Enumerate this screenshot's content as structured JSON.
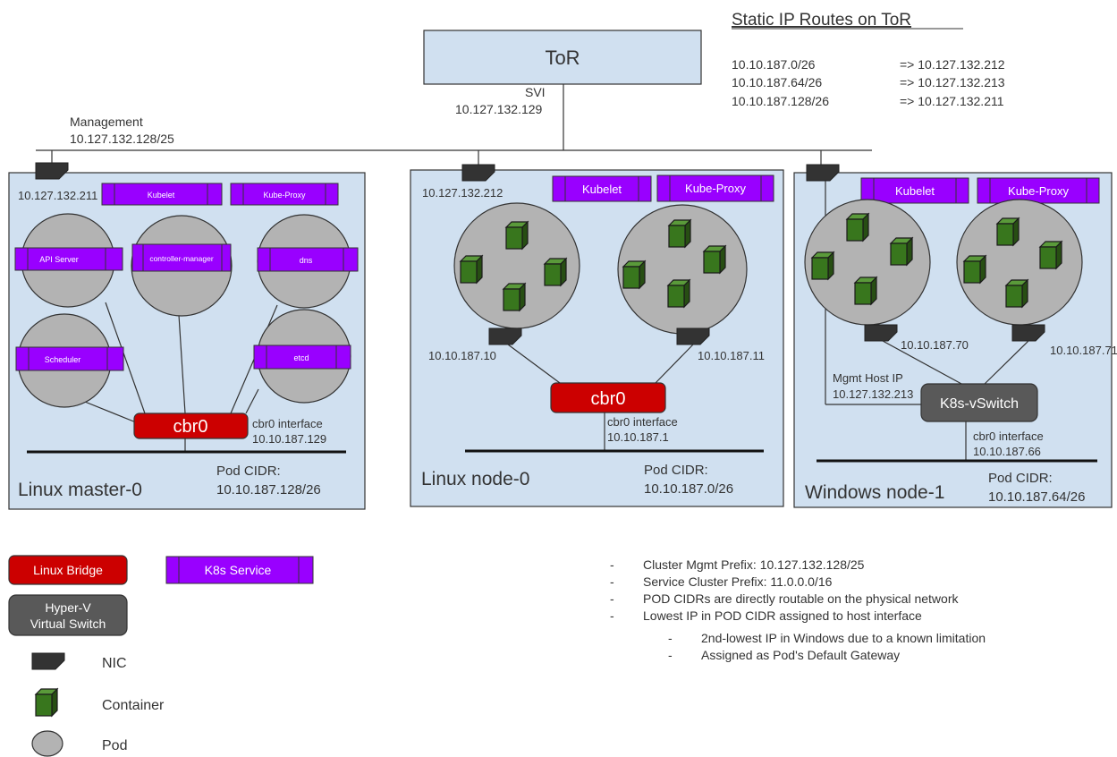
{
  "colors": {
    "node_fill": "#d0e0f0",
    "tor_fill": "#d0e0f0",
    "pod_fill": "#b3b3b3",
    "service_fill": "#9900ff",
    "bridge_fill": "#cc0000",
    "vswitch_fill": "#595959",
    "container_fill": "#38761d",
    "nic_fill": "#333333"
  },
  "tor": {
    "label": "ToR",
    "svi_label": "SVI",
    "svi_ip": "10.127.132.129"
  },
  "management": {
    "label": "Management",
    "prefix": "10.127.132.128/25"
  },
  "routes": {
    "title": "Static IP Routes on ToR",
    "items": [
      {
        "cidr": "10.10.187.0/26",
        "next_hop": "=> 10.127.132.212"
      },
      {
        "cidr": "10.10.187.64/26",
        "next_hop": "=> 10.127.132.213"
      },
      {
        "cidr": "10.10.187.128/26",
        "next_hop": "=> 10.127.132.211"
      }
    ]
  },
  "master": {
    "name": "Linux master-0",
    "nic_ip": "10.127.132.211",
    "kubelet": "Kubelet",
    "kube_proxy": "Kube-Proxy",
    "pods": {
      "api": "API Server",
      "controller": "controller-manager",
      "dns": "dns",
      "scheduler": "Scheduler",
      "etcd": "etcd"
    },
    "bridge": "cbr0",
    "cbr0_label": "cbr0 interface",
    "cbr0_ip": "10.10.187.129",
    "pod_cidr_label": "Pod CIDR:",
    "pod_cidr": "10.10.187.128/26"
  },
  "node0": {
    "name": "Linux node-0",
    "nic_ip": "10.127.132.212",
    "kubelet": "Kubelet",
    "kube_proxy": "Kube-Proxy",
    "pod1_ip": "10.10.187.10",
    "pod2_ip": "10.10.187.11",
    "bridge": "cbr0",
    "cbr0_label": "cbr0 interface",
    "cbr0_ip": "10.10.187.1",
    "pod_cidr_label": "Pod CIDR:",
    "pod_cidr": "10.10.187.0/26"
  },
  "node1": {
    "name": "Windows node-1",
    "kubelet": "Kubelet",
    "kube_proxy": "Kube-Proxy",
    "pod1_ip": "10.10.187.70",
    "pod2_ip": "10.10.187.71",
    "mgmt_label": "Mgmt Host IP",
    "mgmt_ip": "10.127.132.213",
    "vswitch": "K8s-vSwitch",
    "cbr0_label": "cbr0 interface",
    "cbr0_ip": "10.10.187.66",
    "pod_cidr_label": "Pod CIDR:",
    "pod_cidr": "10.10.187.64/26"
  },
  "legend": {
    "linux_bridge": "Linux Bridge",
    "k8s_service": "K8s Service",
    "hyperv_line1": "Hyper-V",
    "hyperv_line2": "Virtual Switch",
    "nic": "NIC",
    "container": "Container",
    "pod": "Pod",
    "nic_icon": "nic-icon",
    "container_icon": "container-cube-icon",
    "pod_icon": "pod-circle-icon"
  },
  "notes": {
    "items": [
      "Cluster Mgmt Prefix: 10.127.132.128/25",
      "Service Cluster Prefix: 11.0.0.0/16",
      "POD CIDRs are directly routable on the physical network",
      "Lowest IP in POD CIDR assigned to host interface"
    ],
    "sub_items": [
      "2nd-lowest IP in Windows due to a known limitation",
      "Assigned as Pod's Default Gateway"
    ],
    "bullet": "-"
  }
}
